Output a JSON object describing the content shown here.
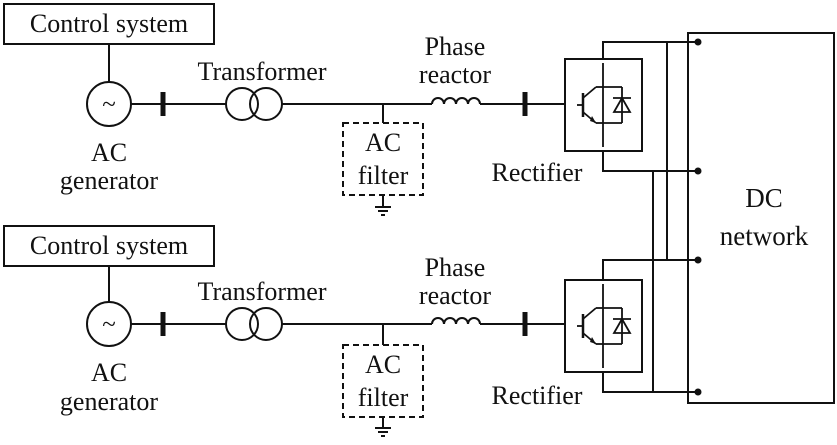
{
  "top": {
    "control_system": "Control system",
    "transformer": "Transformer",
    "phase_reactor_line1": "Phase",
    "phase_reactor_line2": "reactor",
    "ac_generator_line1": "AC",
    "ac_generator_line2": "generator",
    "ac_filter_line1": "AC",
    "ac_filter_line2": "filter",
    "rectifier": "Rectifier"
  },
  "bottom": {
    "control_system": "Control system",
    "transformer": "Transformer",
    "phase_reactor_line1": "Phase",
    "phase_reactor_line2": "reactor",
    "ac_generator_line1": "AC",
    "ac_generator_line2": "generator",
    "ac_filter_line1": "AC",
    "ac_filter_line2": "filter",
    "rectifier": "Rectifier"
  },
  "dc_network": {
    "line1": "DC",
    "line2": "network"
  },
  "generator_symbol": "~",
  "icons": {
    "generator": "ac-source-icon",
    "transformer": "transformer-coils-icon",
    "reactor": "inductor-coil-icon",
    "ground": "ground-icon",
    "igbt": "igbt-diode-icon"
  }
}
